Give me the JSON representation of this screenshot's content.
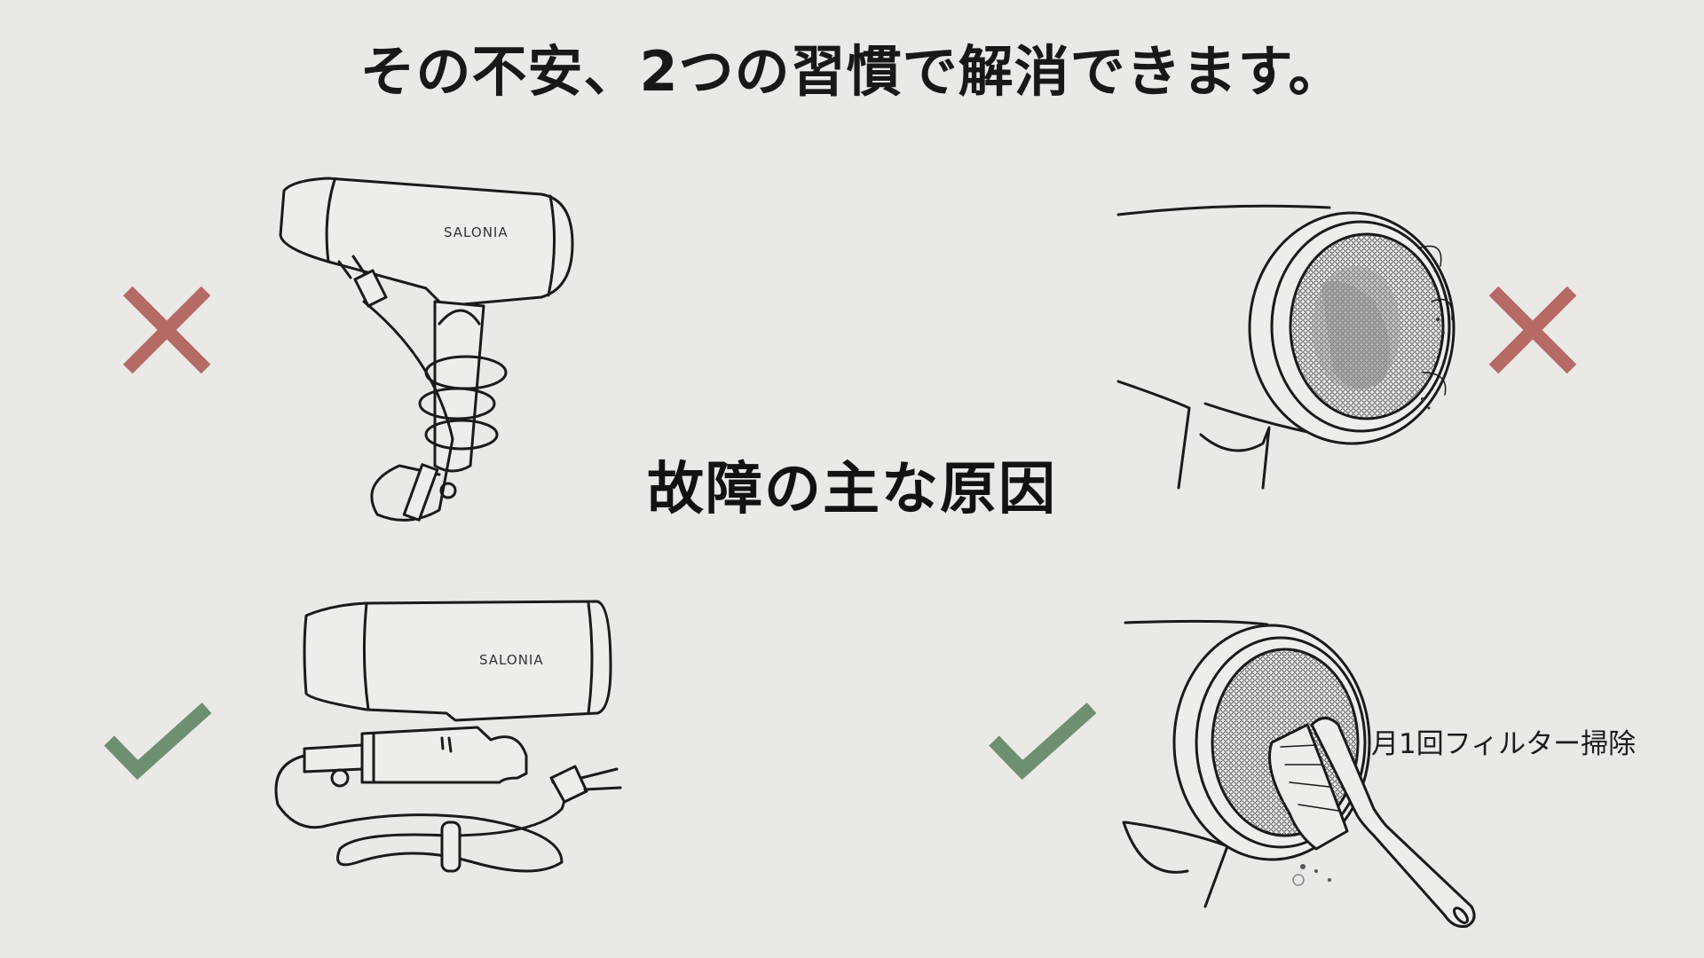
{
  "header": {
    "title": "その不安、2つの習慣で解消できます。"
  },
  "center": {
    "label": "故障の主な原因"
  },
  "panels": [
    {
      "position": "top-left",
      "status": "bad",
      "status_icon": "cross-icon",
      "illustration": "dryer-cord-wrapped-around-handle",
      "brand_text": "SALONIA"
    },
    {
      "position": "top-right",
      "status": "bad",
      "status_icon": "cross-icon",
      "illustration": "clogged-dusty-filter"
    },
    {
      "position": "bottom-left",
      "status": "good",
      "status_icon": "check-icon",
      "illustration": "dryer-cord-loosely-bundled",
      "brand_text": "SALONIA"
    },
    {
      "position": "bottom-right",
      "status": "good",
      "status_icon": "check-icon",
      "illustration": "brushing-filter-clean",
      "caption": "月1回フィルター掃除"
    }
  ],
  "colors": {
    "background": "#ebe9e6",
    "cross": "#b56a66",
    "check": "#6f8f72",
    "text": "#1a1816"
  }
}
